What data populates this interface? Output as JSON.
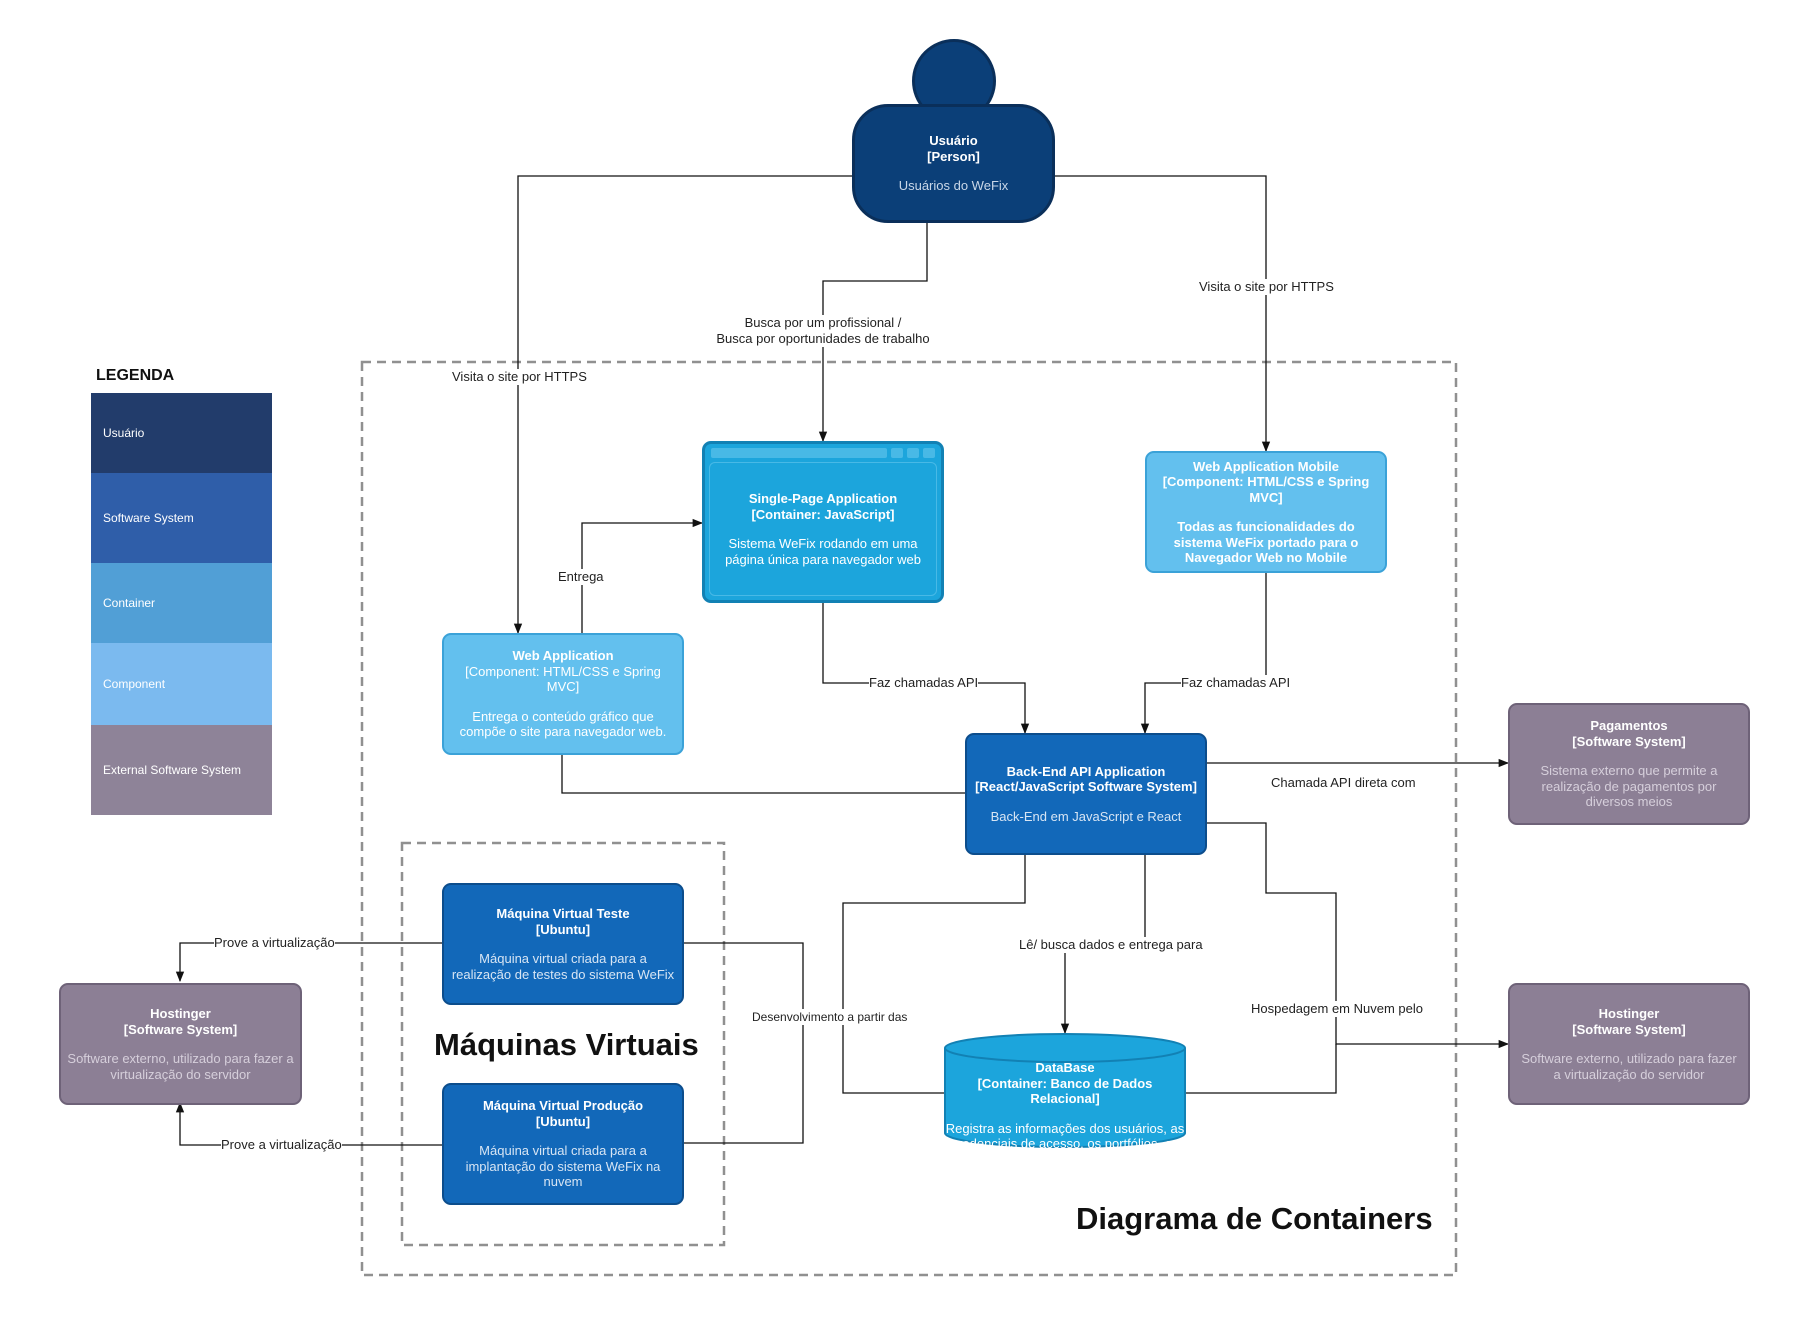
{
  "legend": {
    "title": "LEGENDA",
    "items": [
      {
        "label": "Usuário",
        "color": "#223c6b"
      },
      {
        "label": "Software System",
        "color": "#2f5ea9"
      },
      {
        "label": "Container",
        "color": "#519fd6"
      },
      {
        "label": "Component",
        "color": "#7bbaef"
      },
      {
        "label": "External Software System",
        "color": "#8e8398"
      }
    ]
  },
  "nodes": {
    "user": {
      "title": "Usuário",
      "type": "[Person]",
      "desc": "Usuários do WeFix"
    },
    "spa": {
      "title": "Single-Page Application",
      "type": "[Container: JavaScript]",
      "desc": "Sistema WeFix rodando em uma página única para navegador web"
    },
    "mobile": {
      "title": "Web Application Mobile",
      "type": "[Component: HTML/CSS e Spring MVC]",
      "desc": "Todas as funcionalidades do sistema WeFix portado para o Navegador Web no Mobile"
    },
    "webapp": {
      "title": "Web Application",
      "type": "[Component: HTML/CSS e Spring MVC]",
      "desc": "Entrega o conteúdo gráfico que compõe o site para navegador web."
    },
    "api": {
      "title": "Back-End API Application",
      "type": "[React/JavaScript Software System]",
      "desc": "Back-End em JavaScript e React"
    },
    "payments": {
      "title": "Pagamentos",
      "type": "[Software System]",
      "desc": "Sistema externo que permite a realização de pagamentos por diversos meios"
    },
    "vm_test": {
      "title": "Máquina Virtual Teste",
      "type": "[Ubuntu]",
      "desc": "Máquina virtual criada para a realização de testes do sistema WeFix"
    },
    "vm_prod": {
      "title": "Máquina Virtual Produção",
      "type": "[Ubuntu]",
      "desc": "Máquina virtual criada para a implantação do sistema WeFix na nuvem"
    },
    "db": {
      "title": "DataBase",
      "type": "[Container: Banco de Dados Relacional]",
      "desc": "Registra as informações dos usuários, as credenciais de acesso, os portfólios, os serviços solicitados, etc."
    },
    "hostinger_left": {
      "title": "Hostinger",
      "type": "[Software System]",
      "desc": "Software externo, utilizado para fazer a virtualização do servidor"
    },
    "hostinger_right": {
      "title": "Hostinger",
      "type": "[Software System]",
      "desc": "Software externo, utilizado para fazer a virtualização do servidor"
    }
  },
  "edge_labels": {
    "busca_line1": "Busca por um profissional /",
    "busca_line2": "Busca por oportunidades de trabalho",
    "visita_left": "Visita o site por HTTPS",
    "visita_right": "Visita o site por HTTPS",
    "entrega": "Entrega",
    "faz_api_spa": "Faz chamadas API",
    "faz_api_mobile": "Faz chamadas API",
    "chamada_api": "Chamada API direta com",
    "le_busca": "Lê/ busca dados e entrega para",
    "hospedagem": "Hospedagem em Nuvem pelo",
    "desenvolvimento": "Desenvolvimento a partir das",
    "prove_top": "Prove a virtualização",
    "prove_bottom": "Prove a virtualização"
  },
  "boundaries": {
    "vm_title": "Máquinas Virtuais",
    "containers_title": "Diagrama de Containers"
  }
}
